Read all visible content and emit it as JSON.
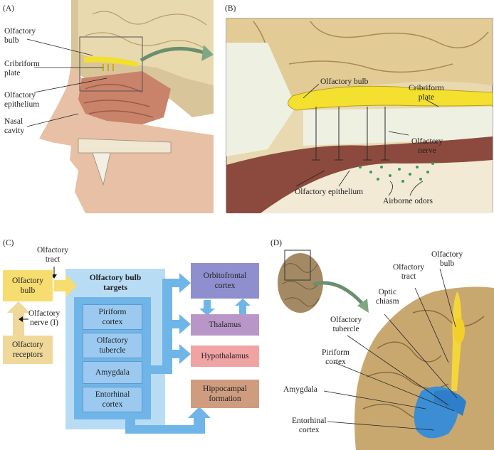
{
  "panel_a": {
    "letter": "(A)",
    "labels": {
      "olfactory_bulb_1": "Olfactory",
      "olfactory_bulb_2": "bulb",
      "cribriform_1": "Cribriform",
      "cribriform_2": "plate",
      "epithelium_1": "Olfactory",
      "epithelium_2": "epithelium",
      "nasal_1": "Nasal",
      "nasal_2": "cavity"
    }
  },
  "panel_b": {
    "letter": "(B)",
    "labels": {
      "olfactory_bulb": "Olfactory bulb",
      "cribriform_1": "Cribriform",
      "cribriform_2": "plate",
      "nerve_1": "Olfactory",
      "nerve_2": "nerve",
      "epithelium": "Olfactory epithelium",
      "odors": "Airborne odors"
    }
  },
  "panel_c": {
    "letter": "(C)",
    "tract_1": "Olfactory",
    "tract_2": "tract",
    "nerve_1": "Olfactory",
    "nerve_2": "nerve (I)",
    "bulb_1": "Olfactory",
    "bulb_2": "bulb",
    "receptors_1": "Olfactory",
    "receptors_2": "receptors",
    "targets_1": "Olfactory bulb",
    "targets_2": "targets",
    "piriform_1": "Piriform",
    "piriform_2": "cortex",
    "tubercle_1": "Olfactory",
    "tubercle_2": "tubercle",
    "amygdala": "Amygdala",
    "entorhinal_1": "Entorhinal",
    "entorhinal_2": "cortex",
    "orbitofrontal_1": "Orbitofrontal",
    "orbitofrontal_2": "cortex",
    "thalamus": "Thalamus",
    "hypothalamus": "Hypothalamus",
    "hippocampal_1": "Hippocampal",
    "hippocampal_2": "formation"
  },
  "panel_d": {
    "letter": "(D)",
    "labels": {
      "bulb_1": "Olfactory",
      "bulb_2": "bulb",
      "tract_1": "Olfactory",
      "tract_2": "tract",
      "chiasm_1": "Optic",
      "chiasm_2": "chiasm",
      "tubercle_1": "Olfactory",
      "tubercle_2": "tubercle",
      "piriform_1": "Piriform",
      "piriform_2": "cortex",
      "amygdala": "Amygdala",
      "entorhinal_1": "Entorhinal",
      "entorhinal_2": "cortex"
    }
  },
  "colors": {
    "yellow_box": "#f7dc6f",
    "tan_box": "#efd89a",
    "light_blue": "#b9dcf5",
    "mid_blue": "#6fb5e8",
    "inner_blue": "#9cc9f0",
    "purple_box": "#8f8fd0",
    "mauve_box": "#b897c8",
    "pink_box": "#f0a3a3",
    "brown_box": "#cf9c80",
    "bulb_yellow": "#f5e23a",
    "brain_tan": "#c9a870",
    "skin": "#e6b69c"
  }
}
